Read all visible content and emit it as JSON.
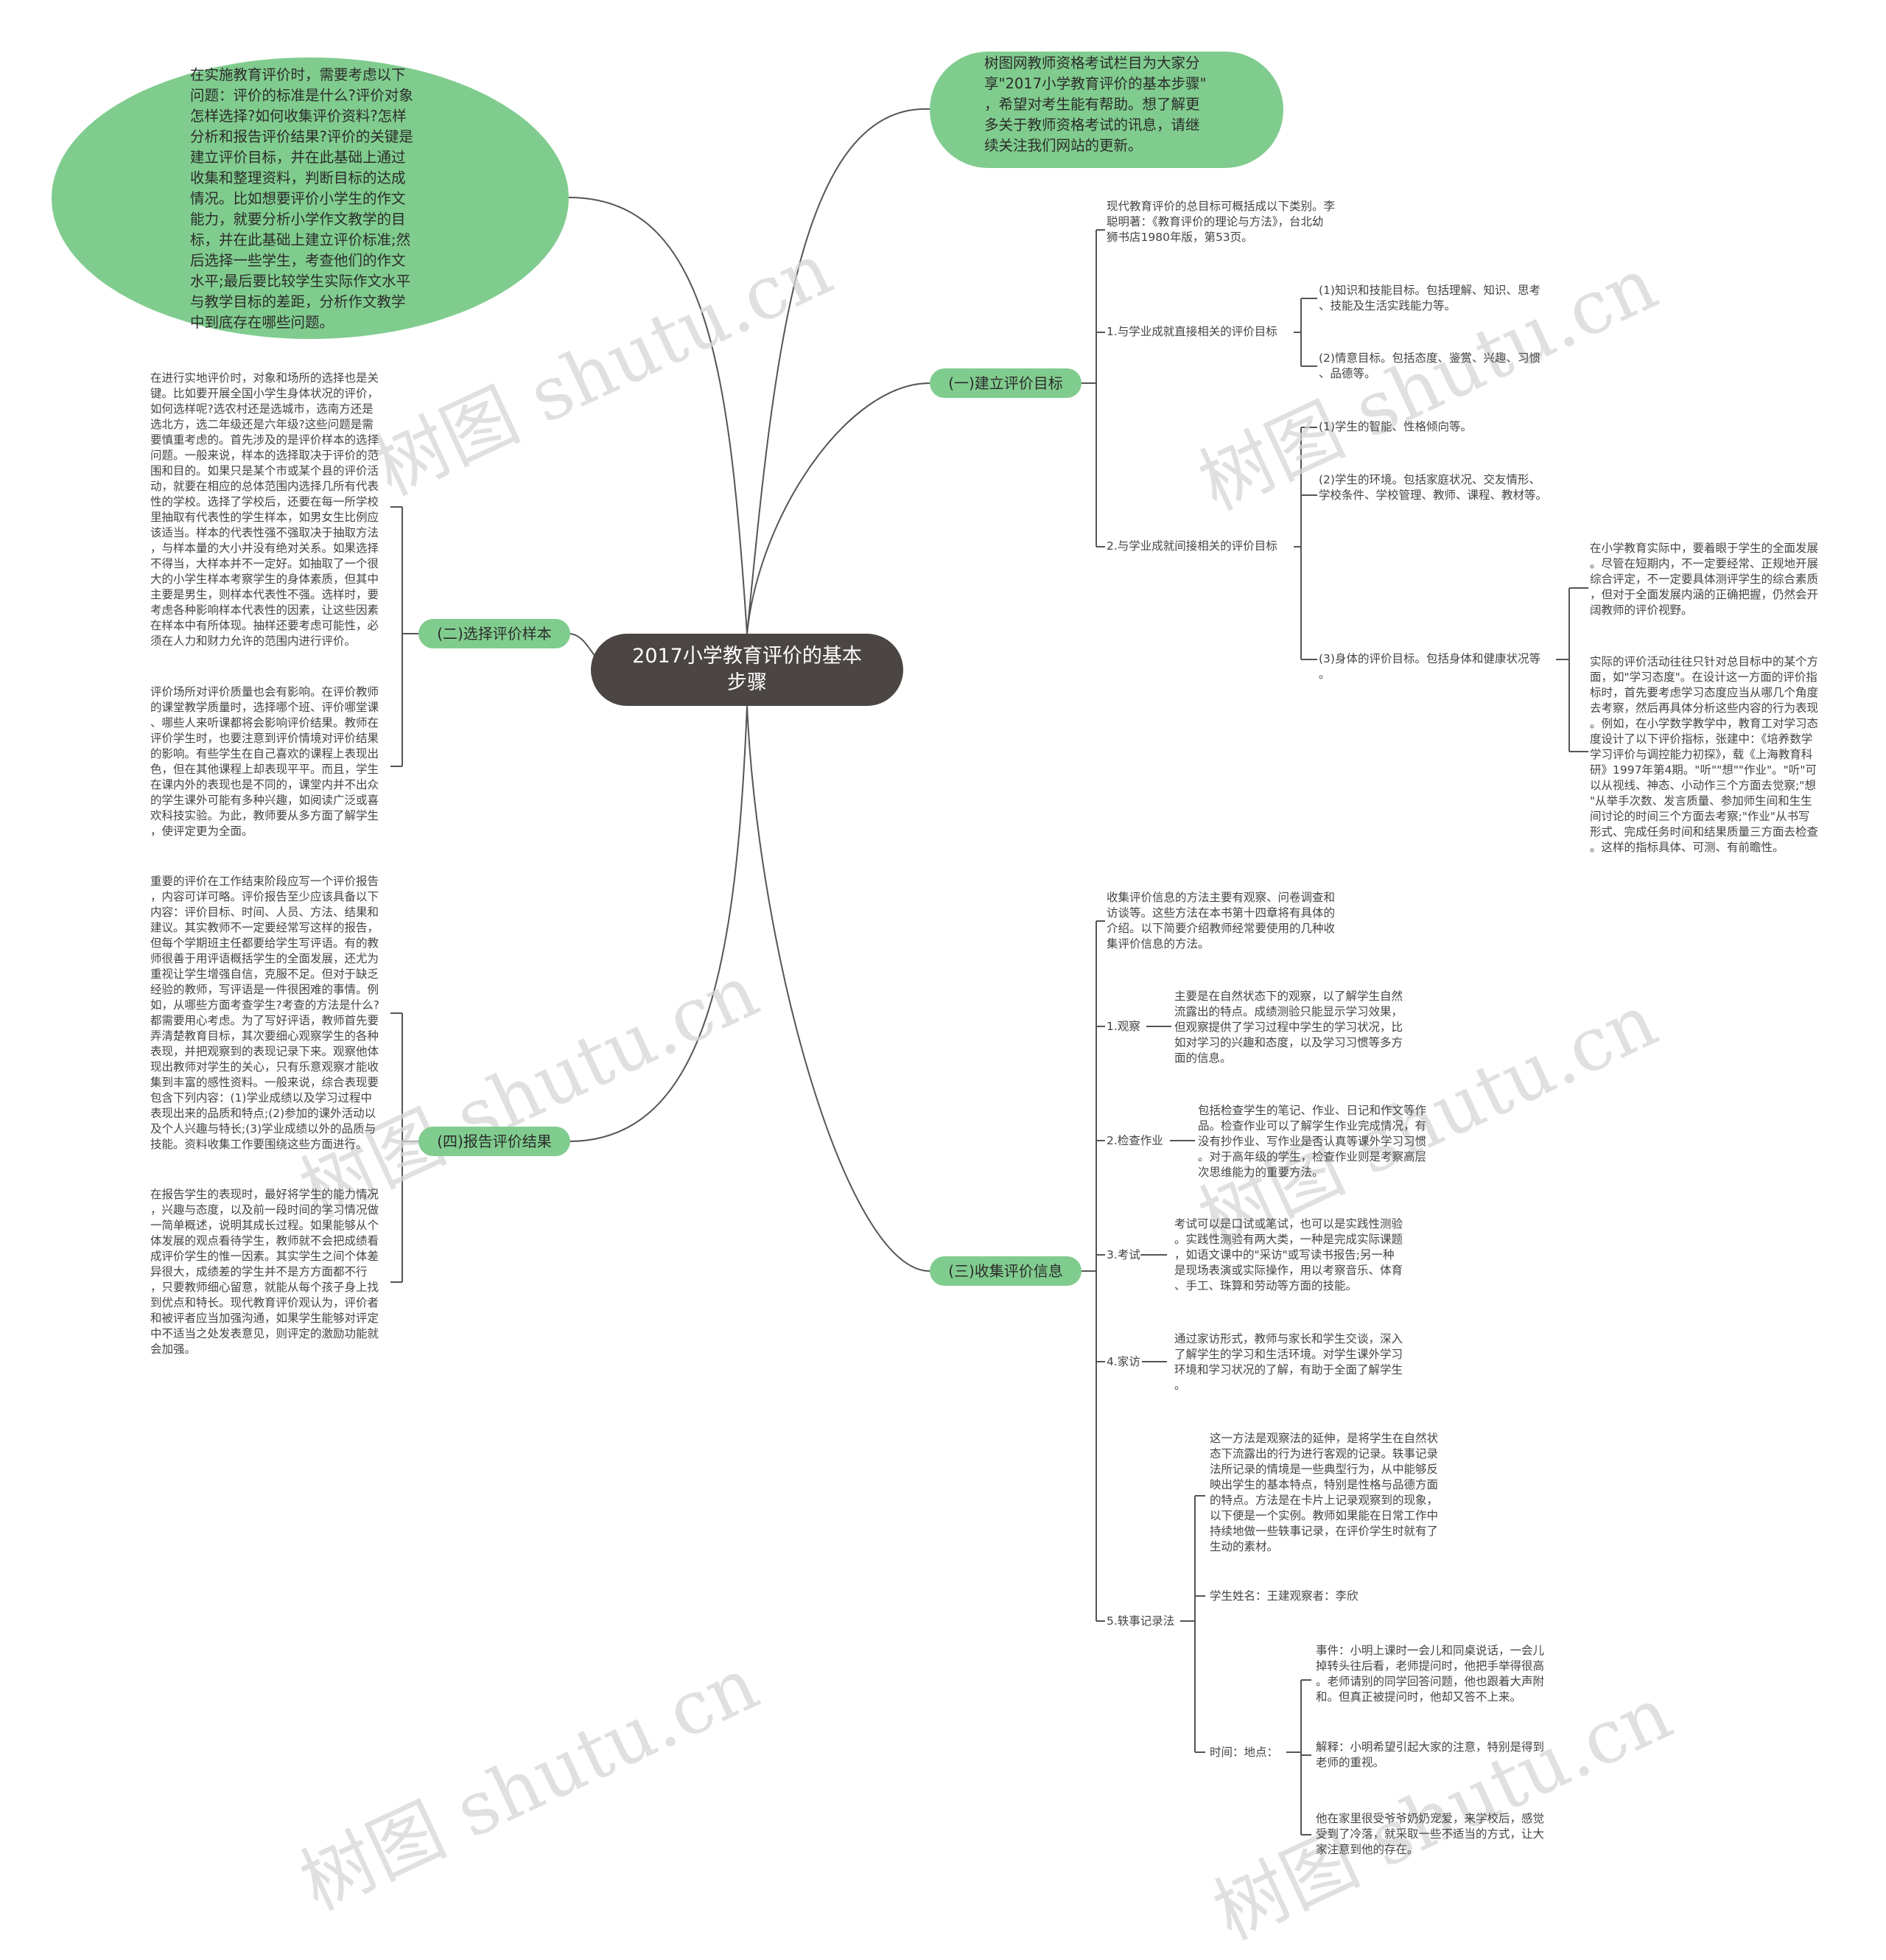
{
  "root": {
    "title": "2017小学教育评价的基本\n步骤"
  },
  "bubbles": {
    "intro": "树图网教师资格考试栏目为大家分\n享\"2017小学教育评价的基本步骤\"\n，希望对考生能有帮助。想了解更\n多关于教师资格考试的讯息，请继\n续关注我们网站的更新。",
    "considerations": "在实施教育评价时，需要考虑以下\n问题：评价的标准是什么?评价对象\n怎样选择?如何收集评价资料?怎样\n分析和报告评价结果?评价的关键是\n建立评价目标，并在此基础上通过\n收集和整理资料，判断目标的达成\n情况。比如想要评价小学生的作文\n能力，就要分析小学作文教学的目\n标，并在此基础上建立评价标准;然\n后选择一些学生，考查他们的作文\n水平;最后要比较学生实际作文水平\n与教学目标的差距，分析作文教学\n中到底存在哪些问题。"
  },
  "branches": {
    "b1": "(一)建立评价目标",
    "b2": "(二)选择评价样本",
    "b3": "(三)收集评价信息",
    "b4": "(四)报告评价结果"
  },
  "b1": {
    "summary": "现代教育评价的总目标可概括成以下类别。李\n聪明著：《教育评价的理论与方法》，台北幼\n狮书店1980年版，第53页。",
    "direct": "1.与学业成就直接相关的评价目标",
    "direct_1": "(1)知识和技能目标。包括理解、知识、思考\n、技能及生活实践能力等。",
    "direct_2": "(2)情意目标。包括态度、鉴赏、兴趣、习惯\n、品德等。",
    "indirect": "2.与学业成就间接相关的评价目标",
    "indirect_1": "(1)学生的智能、性格倾向等。",
    "indirect_2": "(2)学生的环境。包括家庭状况、交友情形、\n学校条件、学校管理、教师、课程、教材等。",
    "indirect_3": "(3)身体的评价目标。包括身体和健康状况等\n。",
    "indirect_3a": "在小学教育实际中，要着眼于学生的全面发展\n。尽管在短期内，不一定要经常、正规地开展\n综合评定，不一定要具体测评学生的综合素质\n，但对于全面发展内涵的正确把握，仍然会开\n阔教师的评价视野。",
    "indirect_3b": "实际的评价活动往往只针对总目标中的某个方\n面，如\"学习态度\"。在设计这一方面的评价指\n标时，首先要考虑学习态度应当从哪几个角度\n去考察，然后再具体分析这些内容的行为表现\n。例如，在小学数学教学中，教育工对学习态\n度设计了以下评价指标，张建中：《培养数学\n学习评价与调控能力初探》，载《上海教育科\n研》1997年第4期。\"听\"\"想\"\"作业\"。\"听\"可\n以从视线、神态、小动作三个方面去觉察;\"想\n\"从举手次数、发言质量、参加师生间和生生\n间讨论的时间三个方面去考察;\"作业\"从书写\n形式、完成任务时间和结果质量三方面去检查\n。这样的指标具体、可测、有前瞻性。"
  },
  "b2": {
    "text1": "在进行实地评价时，对象和场所的选择也是关\n键。比如要开展全国小学生身体状况的评价，\n如何选样呢?选农村还是选城市，选南方还是\n选北方，选二年级还是六年级?这些问题是需\n要慎重考虑的。首先涉及的是评价样本的选择\n问题。一般来说，样本的选择取决于评价的范\n围和目的。如果只是某个市或某个县的评价活\n动，就要在相应的总体范围内选择几所有代表\n性的学校。选择了学校后，还要在每一所学校\n里抽取有代表性的学生样本，如男女生比例应\n该适当。样本的代表性强不强取决于抽取方法\n，与样本量的大小并没有绝对关系。如果选择\n不得当，大样本并不一定好。如抽取了一个很\n大的小学生样本考察学生的身体素质，但其中\n主要是男生，则样本代表性不强。选样时，要\n考虑各种影响样本代表性的因素，让这些因素\n在样本中有所体现。抽样还要考虑可能性，必\n须在人力和财力允许的范围内进行评价。",
    "text2": "评价场所对评价质量也会有影响。在评价教师\n的课堂教学质量时，选择哪个班、评价哪堂课\n、哪些人来听课都将会影响评价结果。教师在\n评价学生时，也要注意到评价情境对评价结果\n的影响。有些学生在自己喜欢的课程上表现出\n色，但在其他课程上却表现平平。而且，学生\n在课内外的表现也是不同的，课堂内并不出众\n的学生课外可能有多种兴趣，如阅读广泛或喜\n欢科技实验。为此，教师要从多方面了解学生\n，使评定更为全面。"
  },
  "b3": {
    "summary": "收集评价信息的方法主要有观察、问卷调查和\n访谈等。这些方法在本书第十四章将有具体的\n介绍。以下简要介绍教师经常要使用的几种收\n集评价信息的方法。",
    "m1": "1.观察",
    "m1_text": "主要是在自然状态下的观察，以了解学生自然\n流露出的特点。成绩测验只能显示学习效果，\n但观察提供了学习过程中学生的学习状况，比\n如对学习的兴趣和态度，以及学习习惯等多方\n面的信息。",
    "m2": "2.检查作业",
    "m2_text": "包括检查学生的笔记、作业、日记和作文等作\n品。检查作业可以了解学生作业完成情况，有\n没有抄作业、写作业是否认真等课外学习习惯\n。对于高年级的学生，检查作业则是考察高层\n次思维能力的重要方法。",
    "m3": "3.考试",
    "m3_text": "考试可以是口试或笔试，也可以是实践性测验\n。实践性测验有两大类，一种是完成实际课题\n，如语文课中的\"采访\"或写读书报告;另一种\n是现场表演或实际操作，用以考察音乐、体育\n、手工、珠算和劳动等方面的技能。",
    "m4": "4.家访",
    "m4_text": "通过家访形式，教师与家长和学生交谈，深入\n了解学生的学习和生活环境。对学生课外学习\n环境和学习状况的了解，有助于全面了解学生\n。",
    "m5": "5.轶事记录法",
    "m5_text": "这一方法是观察法的延伸，是将学生在自然状\n态下流露出的行为进行客观的记录。轶事记录\n法所记录的情境是一些典型行为，从中能够反\n映出学生的基本特点，特别是性格与品德方面\n的特点。方法是在卡片上记录观察到的现象，\n以下便是一个实例。教师如果能在日常工作中\n持续地做一些轶事记录，在评价学生时就有了\n生动的素材。",
    "m5_student": "学生姓名：王建观察者：李欣",
    "m5_time": "时间：地点：",
    "m5_event": "事件：小明上课时一会儿和同桌说话，一会儿\n掉转头往后看，老师提问时，他把手举得很高\n。老师请别的同学回答问题，他也跟着大声附\n和。但真正被提问时，他却又答不上来。",
    "m5_explain": "解释：小明希望引起大家的注意，特别是得到\n老师的重视。",
    "m5_home": "他在家里很受爷爷奶奶宠爱，来学校后，感觉\n受到了冷落，就采取一些不适当的方式，让大\n家注意到他的存在。"
  },
  "b4": {
    "text1": "重要的评价在工作结束阶段应写一个评价报告\n，内容可详可略。评价报告至少应该具备以下\n内容：评价目标、时间、人员、方法、结果和\n建议。其实教师不一定要经常写这样的报告，\n但每个学期班主任都要给学生写评语。有的教\n师很善于用评语概括学生的全面发展，还尤为\n重视让学生增强自信，克服不足。但对于缺乏\n经验的教师，写评语是一件很困难的事情。例\n如，从哪些方面考查学生?考查的方法是什么?\n都需要用心考虑。为了写好评语，教师首先要\n弄清楚教育目标，其次要细心观察学生的各种\n表现，并把观察到的表现记录下来。观察他体\n现出教师对学生的关心，只有乐意观察才能收\n集到丰富的感性资料。一般来说，综合表现要\n包含下列内容：(1)学业成绩以及学习过程中\n表现出来的品质和特点;(2)参加的课外活动以\n及个人兴趣与特长;(3)学业成绩以外的品质与\n技能。资料收集工作要围绕这些方面进行。",
    "text2": "在报告学生的表现时，最好将学生的能力情况\n，兴趣与态度，以及前一段时间的学习情况做\n一简单概述，说明其成长过程。如果能够从个\n体发展的观点看待学生，教师就不会把成绩看\n成评价学生的惟一因素。其实学生之间个体差\n异很大，成绩差的学生并不是方方面都不行\n，只要教师细心留意，就能从每个孩子身上找\n到优点和特长。现代教育评价观认为，评价者\n和被评者应当加强沟通，如果学生能够对评定\n中不适当之处发表意见，则评定的激励功能就\n会加强。"
  },
  "watermark": "树图 shutu.cn",
  "colors": {
    "root_bg": "#4b4644",
    "node_bg": "#80cc8e",
    "line": "#555555"
  }
}
